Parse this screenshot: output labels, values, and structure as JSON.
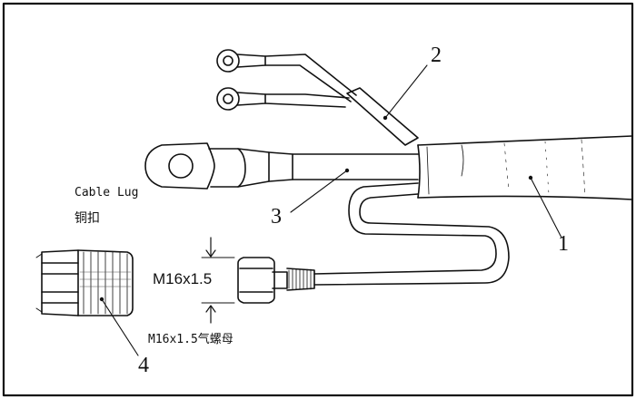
{
  "labels": {
    "cable_lug_en": "Cable Lug",
    "cable_lug_zh": "铜扣",
    "dimension": "M16x1.5",
    "nut_label": "M16x1.5气螺母"
  },
  "callouts": {
    "c1": "1",
    "c2": "2",
    "c3": "3",
    "c4": "4"
  },
  "colors": {
    "line": "#111111",
    "hatch": "#555555",
    "background": "#ffffff"
  }
}
